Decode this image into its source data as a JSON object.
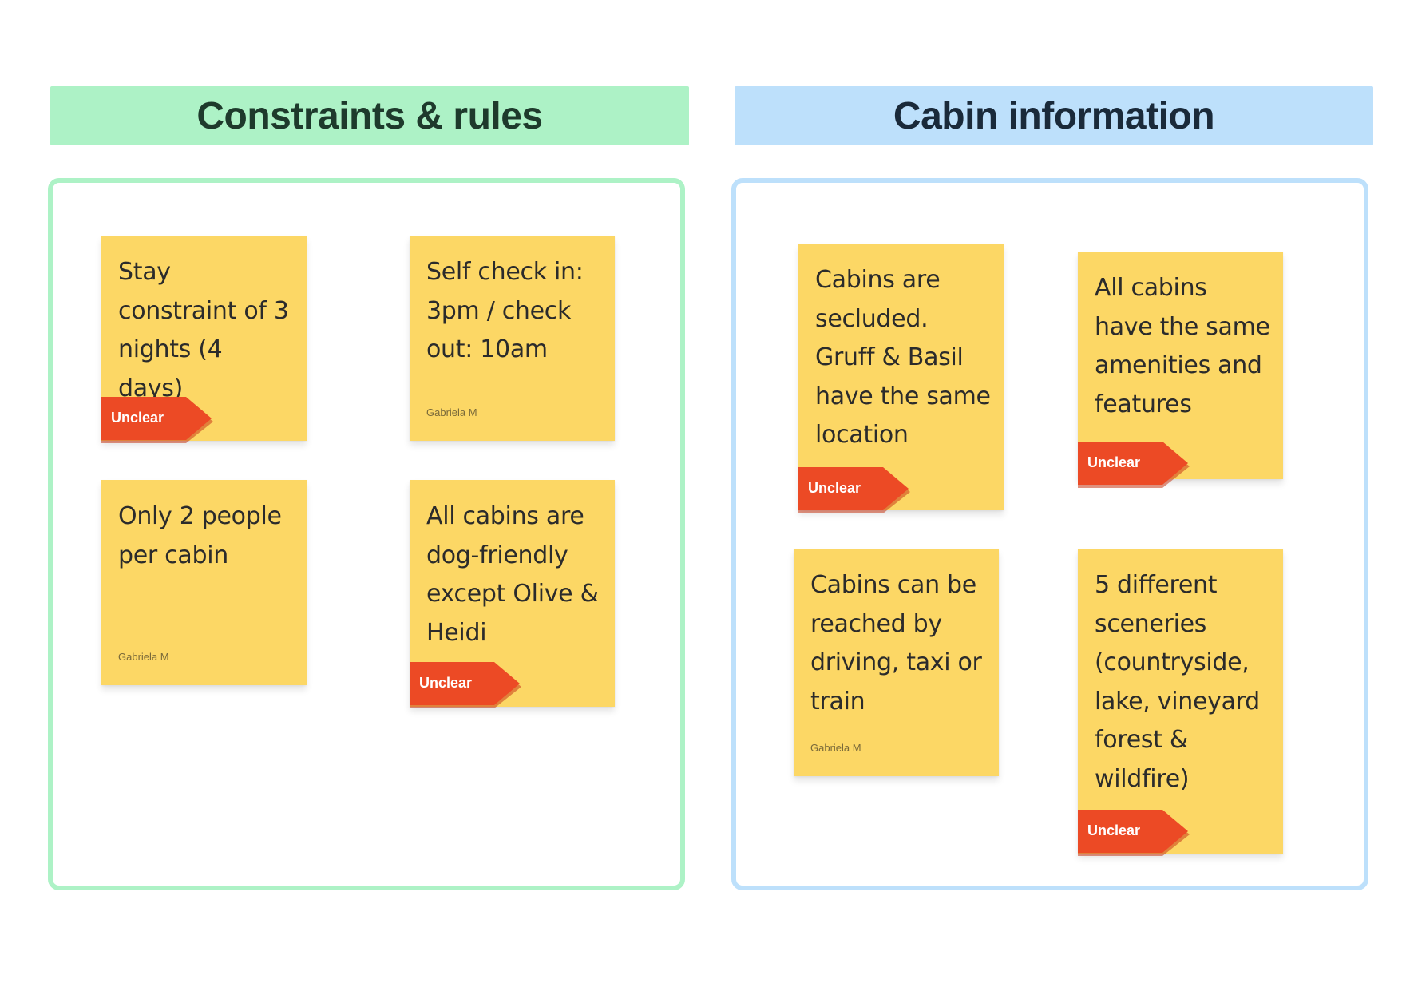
{
  "sections": [
    {
      "title": "Constraints & rules",
      "notes": [
        {
          "text": "Stay constraint of 3 nights (4 days)",
          "tag": "Unclear"
        },
        {
          "text": "Self check in: 3pm / check out: 10am",
          "author": "Gabriela M"
        },
        {
          "text": "Only 2 people per cabin",
          "author": "Gabriela M"
        },
        {
          "text": "All cabins are dog-friendly except Olive & Heidi",
          "tag": "Unclear"
        }
      ]
    },
    {
      "title": "Cabin information",
      "notes": [
        {
          "text": "Cabins are secluded. Gruff & Basil have the same location",
          "tag": "Unclear"
        },
        {
          "text": "All cabins have the same amenities and features",
          "tag": "Unclear"
        },
        {
          "text": "Cabins can be reached by driving, taxi or train",
          "author": "Gabriela M"
        },
        {
          "text": "5 different sceneries (countryside, lake, vineyard forest & wildfire)",
          "tag": "Unclear"
        }
      ]
    }
  ],
  "colors": {
    "sticky": "#fcd765",
    "tag": "#ec4a25",
    "section_green": "#adf2c6",
    "section_blue": "#bde0fb"
  },
  "icons": {
    "tag": "flag-tag-icon"
  }
}
